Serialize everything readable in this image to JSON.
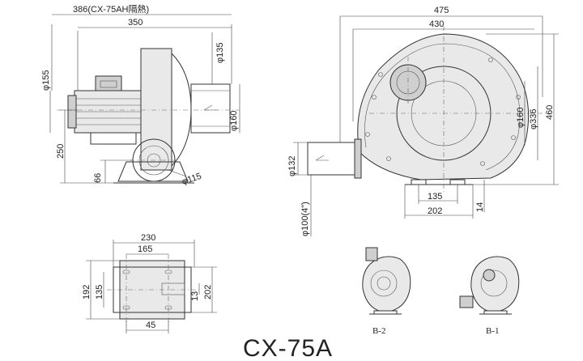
{
  "title": "CX-75A",
  "side_view": {
    "dims": {
      "overall_length": "386(CX-75AH隔熱)",
      "body_length": "350",
      "diameter_155": "φ155",
      "outlet_135": "φ135",
      "outlet_160": "φ160",
      "height_250": "250",
      "base_66": "66",
      "inlet_115": "φ115"
    }
  },
  "front_view": {
    "dims": {
      "width_475": "475",
      "width_430": "430",
      "flange_160": "φ160",
      "impeller_336": "φ336",
      "height_460": "460",
      "outlet_132": "φ132",
      "pipe_100": "φ100(4\")",
      "base_135": "135",
      "base_202": "202",
      "base_14": "14"
    }
  },
  "base_view": {
    "dims": {
      "length_230": "230",
      "length_165": "165",
      "width_192": "192",
      "width_135": "135",
      "slot_13": "13",
      "width_202": "202",
      "offset_45": "45"
    }
  },
  "variants": {
    "b2": "B-2",
    "b1": "B-1"
  }
}
